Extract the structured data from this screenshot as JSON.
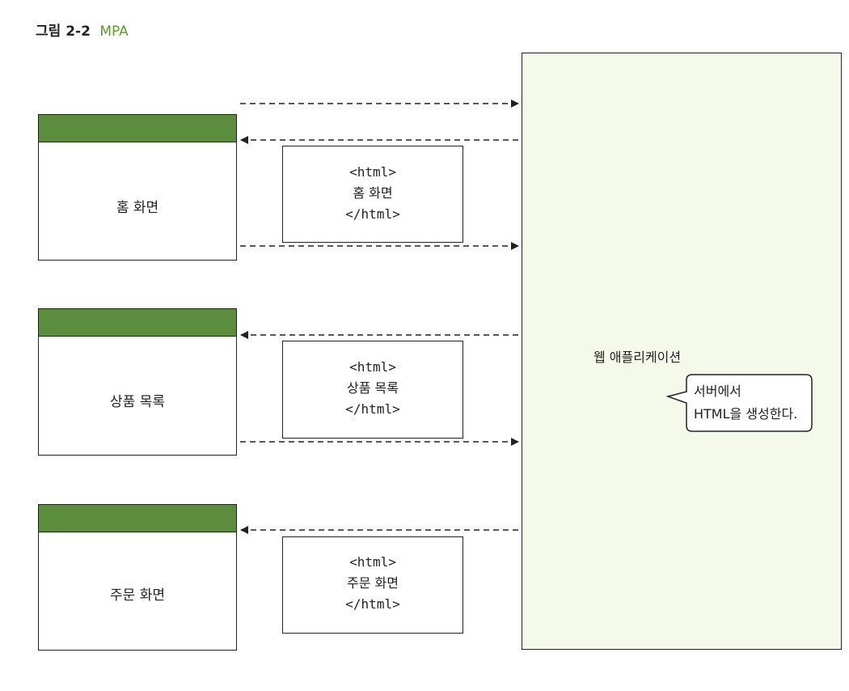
{
  "figure": {
    "number": "그림 2-2",
    "title": "MPA"
  },
  "pages": [
    {
      "browser_label": "홈 화면",
      "html_open": "<html>",
      "html_body": "홈 화면",
      "html_close": "</html>"
    },
    {
      "browser_label": "상품 목록",
      "html_open": "<html>",
      "html_body": "상품 목록",
      "html_close": "</html>"
    },
    {
      "browser_label": "주문 화면",
      "html_open": "<html>",
      "html_body": "주문 화면",
      "html_close": "</html>"
    }
  ],
  "server": {
    "label": "웹 애플리케이션"
  },
  "callout": {
    "line1": "서버에서",
    "line2": "HTML을 생성한다."
  },
  "colors": {
    "header_bar": "#5c8d3f",
    "server_fill": "#f5f9ea",
    "accent_title": "#5c9a2c"
  }
}
